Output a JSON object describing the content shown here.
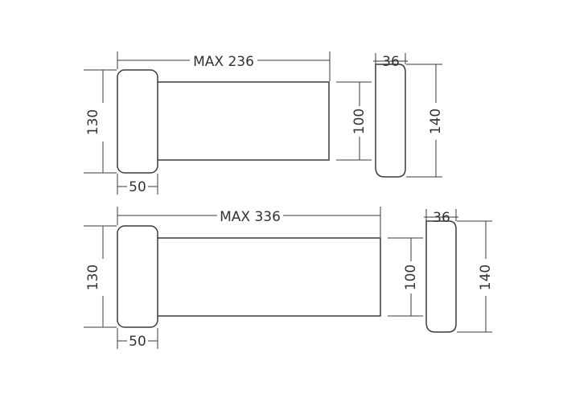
{
  "views": [
    {
      "max_length_label": "MAX 236",
      "head_height_label": "130",
      "tube_height_label": "100",
      "head_width_label": "50",
      "side_depth_label": "36",
      "side_height_label": "140"
    },
    {
      "max_length_label": "MAX 336",
      "head_height_label": "130",
      "tube_height_label": "100",
      "head_width_label": "50",
      "side_depth_label": "36",
      "side_height_label": "140"
    }
  ]
}
